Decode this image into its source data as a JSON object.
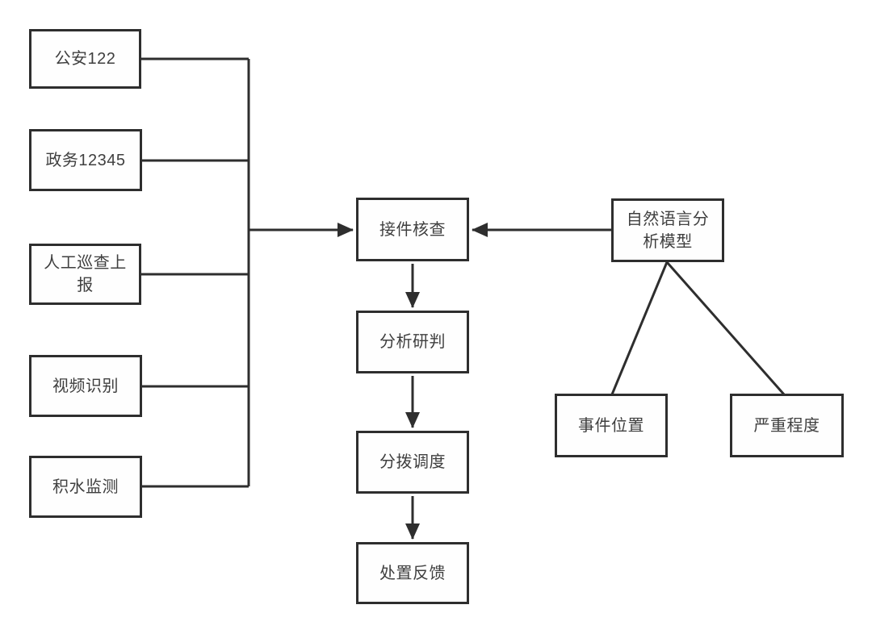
{
  "diagram": {
    "type": "flowchart",
    "colors": {
      "line": "#2e2e2e",
      "box_border": "#2e2e2e",
      "text": "#3f3f3f",
      "background": "#ffffff"
    },
    "sources": [
      {
        "id": "police-122",
        "label": "公安122"
      },
      {
        "id": "gov-12345",
        "label": "政务12345"
      },
      {
        "id": "manual-patrol-report",
        "label": "人工巡查上报"
      },
      {
        "id": "video-recognition",
        "label": "视频识别"
      },
      {
        "id": "water-monitoring",
        "label": "积水监测"
      }
    ],
    "process": [
      {
        "id": "intake-check",
        "label": "接件核查"
      },
      {
        "id": "analysis-judgment",
        "label": "分析研判"
      },
      {
        "id": "dispatch-scheduling",
        "label": "分拨调度"
      },
      {
        "id": "handling-feedback",
        "label": "处置反馈"
      }
    ],
    "nlp": {
      "model": {
        "id": "nlp-model",
        "label": "自然语言分析模型"
      },
      "outputs": [
        {
          "id": "event-location",
          "label": "事件位置"
        },
        {
          "id": "severity-level",
          "label": "严重程度"
        }
      ]
    },
    "edges": [
      {
        "from": "police-122",
        "to": "bus",
        "arrow": false
      },
      {
        "from": "gov-12345",
        "to": "bus",
        "arrow": false
      },
      {
        "from": "manual-patrol-report",
        "to": "bus",
        "arrow": false
      },
      {
        "from": "video-recognition",
        "to": "bus",
        "arrow": false
      },
      {
        "from": "water-monitoring",
        "to": "bus",
        "arrow": false
      },
      {
        "from": "bus",
        "to": "intake-check",
        "arrow": true
      },
      {
        "from": "nlp-model",
        "to": "intake-check",
        "arrow": true
      },
      {
        "from": "intake-check",
        "to": "analysis-judgment",
        "arrow": true
      },
      {
        "from": "analysis-judgment",
        "to": "dispatch-scheduling",
        "arrow": true
      },
      {
        "from": "dispatch-scheduling",
        "to": "handling-feedback",
        "arrow": true
      },
      {
        "from": "nlp-model",
        "to": "event-location",
        "arrow": false
      },
      {
        "from": "nlp-model",
        "to": "severity-level",
        "arrow": false
      }
    ]
  }
}
